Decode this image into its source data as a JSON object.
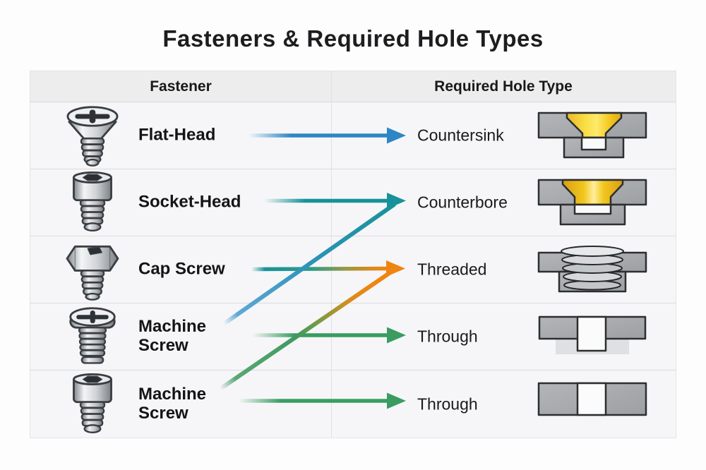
{
  "title": "Fasteners & Required Hole Types",
  "table": {
    "headers": {
      "fastener": "Fastener",
      "hole": "Required Hole Type"
    },
    "rows": [
      {
        "fastener": "Flat-Head",
        "fastener_icon": "flat-head-screw-icon",
        "hole": "Countersink",
        "hole_icon": "countersink-hole-icon",
        "arrow_color": "#2e86c5"
      },
      {
        "fastener": "Socket-Head",
        "fastener_icon": "socket-head-screw-icon",
        "hole": "Counterbore",
        "hole_icon": "counterbore-hole-icon",
        "arrow_color": "#18929a"
      },
      {
        "fastener": "Cap Screw",
        "fastener_icon": "cap-screw-icon",
        "hole": "Threaded",
        "hole_icon": "threaded-hole-icon",
        "arrow_color": "#ef8511"
      },
      {
        "fastener": "Machine Screw",
        "fastener_icon": "machine-screw-icon",
        "hole": "Through",
        "hole_icon": "through-hole-icon",
        "arrow_color": "#3a9c61"
      },
      {
        "fastener": "Machine Screw",
        "fastener_icon": "socket-machine-screw-icon",
        "hole": "Through",
        "hole_icon": "through-hole-plain-icon",
        "arrow_color": "#3a9c61"
      }
    ],
    "connections": [
      {
        "from": "Flat-Head",
        "to": "Countersink",
        "colors": [
          "#2e86c5"
        ]
      },
      {
        "from": "Socket-Head",
        "to": "Counterbore",
        "colors": [
          "#18929a"
        ]
      },
      {
        "from": "Cap Screw",
        "to": "Threaded",
        "colors": [
          "#18929a",
          "#ef8511"
        ]
      },
      {
        "from": "Machine Screw (4)",
        "to": "Through",
        "colors": [
          "#3a9c61"
        ]
      },
      {
        "from": "Machine Screw (5)",
        "to": "Through",
        "colors": [
          "#3a9c61"
        ]
      },
      {
        "from": "row-4 area diagonal",
        "to": "Counterbore",
        "colors": [
          "#4f9fd2",
          "#18929a"
        ]
      },
      {
        "from": "row-5 area diagonal",
        "to": "Threaded",
        "colors": [
          "#3f9a5f",
          "#ef8511"
        ]
      }
    ]
  },
  "colors": {
    "arrow_blue": "#2e86c5",
    "arrow_teal": "#18929a",
    "arrow_orange": "#ef8511",
    "arrow_green": "#3a9c61",
    "hole_yellow": "#f5d32b",
    "metal_gray": "#a7a9ac",
    "table_bg": "#f6f6f8",
    "header_bg": "#ededee",
    "title_color": "#1d1d1f"
  }
}
